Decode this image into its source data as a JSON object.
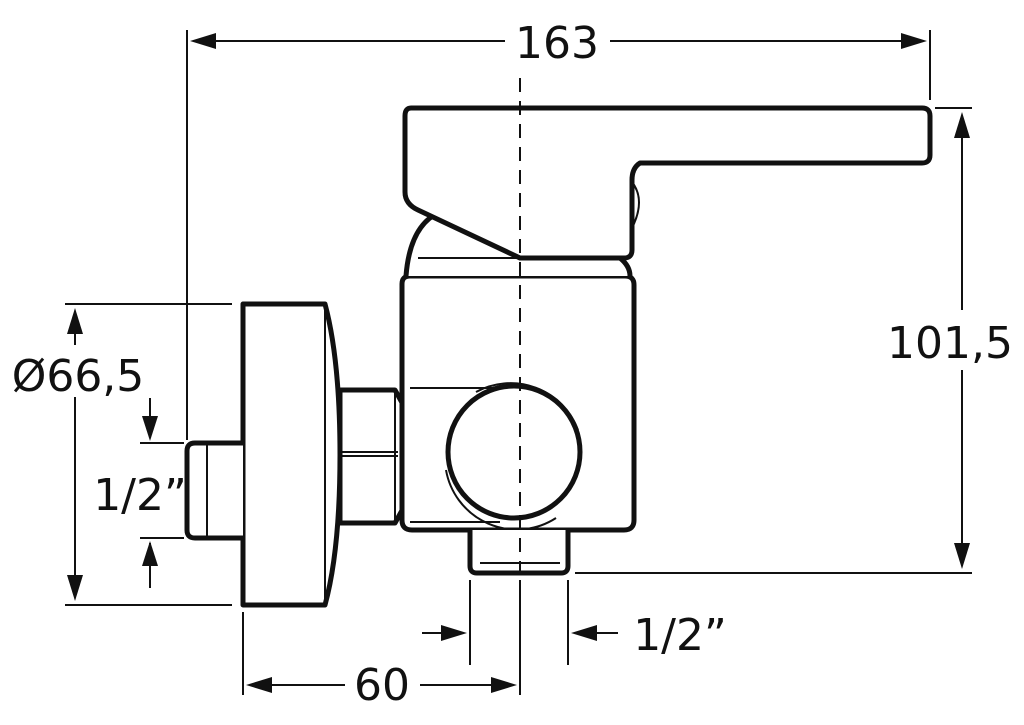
{
  "dimensions": {
    "overall_width": "163",
    "height": "101,5",
    "flange_diameter": "Ø66,5",
    "inlet_thread": "1/2”",
    "wall_to_axis": "60",
    "outlet_thread": "1/2”"
  }
}
